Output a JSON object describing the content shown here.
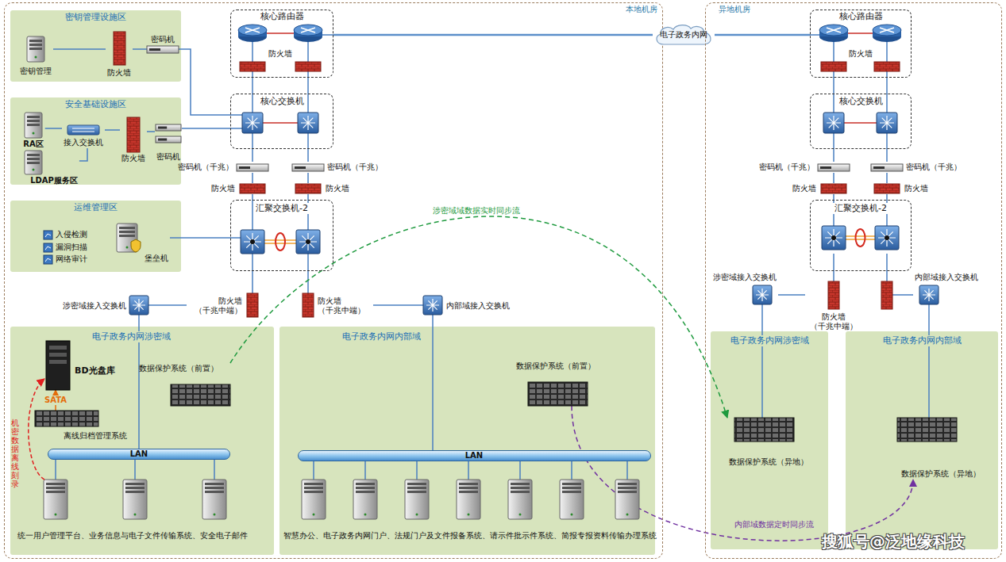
{
  "diagram": {
    "nodes": [
      {
        "text": [
          "本地机房"
        ]
      },
      {
        "text": [
          "密钥管理设施区"
        ],
        "in": 0
      },
      {
        "text": [
          "密钥管理"
        ],
        "in": 1
      },
      {
        "text": [
          "防火墙"
        ],
        "in": 1
      },
      {
        "text": [
          "密码机"
        ],
        "in": 1
      },
      {
        "text": [
          "安全基础设施区"
        ],
        "in": 0
      },
      {
        "text": [
          "RA区"
        ],
        "in": 5
      },
      {
        "text": [
          "接入交换机"
        ],
        "in": 5
      },
      {
        "text": [
          "LDAP服务区"
        ],
        "in": 5
      },
      {
        "text": [
          "防火墙"
        ],
        "in": 5
      },
      {
        "text": [
          "密码机"
        ],
        "in": 5
      },
      {
        "text": [
          "运维管理区"
        ],
        "in": 0
      },
      {
        "text": [
          "入侵检测"
        ],
        "in": 11
      },
      {
        "text": [
          "漏洞扫描"
        ],
        "in": 11
      },
      {
        "text": [
          "网络审计"
        ],
        "in": 11
      },
      {
        "text": [
          "堡垒机"
        ],
        "in": 11
      },
      {
        "text": [
          "核心路由器",
          "防火墙"
        ],
        "in": 0
      },
      {
        "text": [
          "核心交换机"
        ],
        "in": 0
      },
      {
        "text": [
          "密码机（千兆）"
        ],
        "in": 0
      },
      {
        "text": [
          "密码机（千兆）"
        ],
        "in": 0
      },
      {
        "text": [
          "防火墙"
        ],
        "in": 0
      },
      {
        "text": [
          "防火墙"
        ],
        "in": 0
      },
      {
        "text": [
          "汇聚交换机-2"
        ],
        "in": 0
      },
      {
        "text": [
          "涉密域接入交换机"
        ],
        "in": 0
      },
      {
        "text": [
          "防火墙 （千兆中端）"
        ],
        "in": 0
      },
      {
        "text": [
          "防火墙 （千兆中端）"
        ],
        "in": 0
      },
      {
        "text": [
          "内部域接入交换机"
        ],
        "in": 0
      },
      {
        "text": [
          "电子政务内网涉密域"
        ],
        "in": 0
      },
      {
        "text": [
          "BD光盘库"
        ],
        "in": 27
      },
      {
        "text": [
          "离线归档管理系统"
        ],
        "in": 27
      },
      {
        "text": [
          "数据保护系统（前置）"
        ],
        "in": 27
      },
      {
        "text": [
          "LAN"
        ],
        "in": 27
      },
      {
        "text": [
          "电子政务内网内部域"
        ],
        "in": 0
      },
      {
        "text": [
          "数据保护系统（前置）"
        ],
        "in": 32
      },
      {
        "text": [
          "LAN"
        ],
        "in": 32
      },
      {
        "text": [
          "电子政务内网"
        ]
      },
      {
        "text": [
          "异地机房"
        ]
      },
      {
        "text": [
          "核心路由器",
          "防火墙"
        ],
        "in": 36
      },
      {
        "text": [
          "核心交换机"
        ],
        "in": 36
      },
      {
        "text": [
          "密码机（千兆）"
        ],
        "in": 36
      },
      {
        "text": [
          "密码机（千兆）"
        ],
        "in": 36
      },
      {
        "text": [
          "防火墙"
        ],
        "in": 36
      },
      {
        "text": [
          "防火墙"
        ],
        "in": 36
      },
      {
        "text": [
          "汇聚交换机-2"
        ],
        "in": 36
      },
      {
        "text": [
          "涉密域接入交换机"
        ],
        "in": 36
      },
      {
        "text": [
          "防火墙 （千兆中端）"
        ],
        "in": 36
      },
      {
        "text": [
          "内部域接入交换机"
        ],
        "in": 36
      },
      {
        "text": [
          "电子政务内网涉密域"
        ],
        "in": 36
      },
      {
        "text": [
          "数据保护系统（异地）"
        ],
        "in": 47
      },
      {
        "text": [
          "电子政务内网内部域"
        ],
        "in": 36
      },
      {
        "text": [
          "数据保护系统（异地）"
        ],
        "in": 49
      }
    ],
    "edges": [
      {
        "from": 2,
        "to": 3,
        "arrow": "none"
      },
      {
        "from": 3,
        "to": 4,
        "arrow": "none"
      },
      {
        "from": 4,
        "to": 17,
        "arrow": "none"
      },
      {
        "from": 6,
        "to": 7,
        "arrow": "none"
      },
      {
        "from": 8,
        "to": 7,
        "arrow": "none"
      },
      {
        "from": 7,
        "to": 9,
        "arrow": "none"
      },
      {
        "from": 9,
        "to": 10,
        "arrow": "none"
      },
      {
        "from": 10,
        "to": 17,
        "arrow": "none"
      },
      {
        "from": 15,
        "to": 22,
        "arrow": "none"
      },
      {
        "from": 16,
        "to": 17,
        "arrow": "none"
      },
      {
        "from": 16,
        "to": 17,
        "arrow": "none"
      },
      {
        "from": 17,
        "to": 18,
        "arrow": "none"
      },
      {
        "from": 17,
        "to": 19,
        "arrow": "none"
      },
      {
        "from": 18,
        "to": 20,
        "arrow": "none"
      },
      {
        "from": 19,
        "to": 21,
        "arrow": "none"
      },
      {
        "from": 20,
        "to": 22,
        "arrow": "none"
      },
      {
        "from": 21,
        "to": 22,
        "arrow": "none"
      },
      {
        "from": 22,
        "to": 24,
        "arrow": "none"
      },
      {
        "from": 22,
        "to": 25,
        "arrow": "none"
      },
      {
        "from": 24,
        "to": 23,
        "arrow": "none"
      },
      {
        "from": 25,
        "to": 26,
        "arrow": "none"
      },
      {
        "from": 23,
        "to": 31,
        "arrow": "none"
      },
      {
        "from": 26,
        "to": 34,
        "arrow": "none"
      },
      {
        "from": 29,
        "to": 28,
        "label": "SATA",
        "arrow": "to"
      },
      {
        "from": 16,
        "to": 35,
        "arrow": "none"
      },
      {
        "from": 35,
        "to": 37,
        "arrow": "none"
      },
      {
        "from": 37,
        "to": 38,
        "arrow": "none"
      },
      {
        "from": 37,
        "to": 38,
        "arrow": "none"
      },
      {
        "from": 38,
        "to": 39,
        "arrow": "none"
      },
      {
        "from": 38,
        "to": 40,
        "arrow": "none"
      },
      {
        "from": 39,
        "to": 41,
        "arrow": "none"
      },
      {
        "from": 40,
        "to": 42,
        "arrow": "none"
      },
      {
        "from": 41,
        "to": 43,
        "arrow": "none"
      },
      {
        "from": 42,
        "to": 43,
        "arrow": "none"
      },
      {
        "from": 43,
        "to": 45,
        "arrow": "none"
      },
      {
        "from": 45,
        "to": 44,
        "arrow": "none"
      },
      {
        "from": 43,
        "to": 46,
        "arrow": "none"
      },
      {
        "from": 44,
        "to": 48,
        "arrow": "none"
      },
      {
        "from": 46,
        "to": 50,
        "arrow": "none"
      },
      {
        "from": 30,
        "to": 48,
        "label": "涉密域域数据实时同步流",
        "arrow": "to"
      },
      {
        "from": 33,
        "to": 50,
        "label": "内部域数据定时同步流",
        "arrow": "to"
      }
    ],
    "labels": [
      "统一用户管理平台、业务信息与电子文件传输系统、安全电子邮件",
      "智慧办公、电子政务内网门户、法规门户及文件报备系统、请示件批示件系统、简报专报资料传输办理系统",
      "机密数据离线刻录",
      "搜狐号@泛地缘科技"
    ]
  }
}
